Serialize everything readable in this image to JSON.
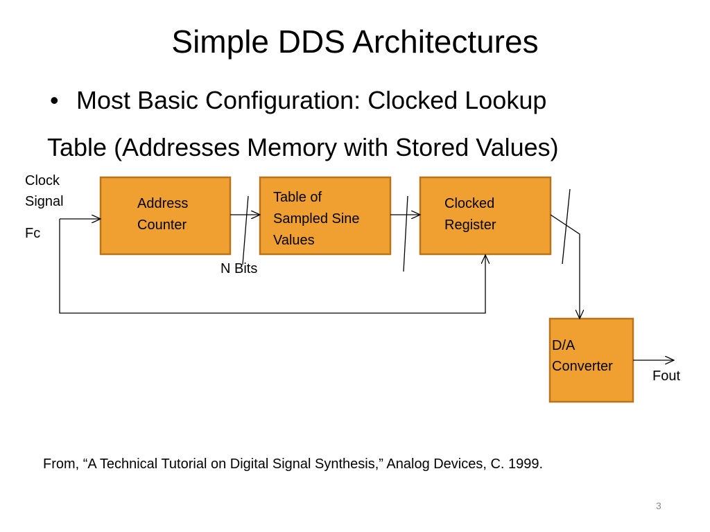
{
  "slide": {
    "title": "Simple DDS Architectures",
    "bullet": "Most Basic Configuration: Clocked Lookup",
    "bullet_continued": "Table (Addresses Memory with Stored Values)",
    "citation": "From, “A Technical Tutorial on Digital Signal Synthesis,” Analog Devices, C. 1999.",
    "page_number": "3"
  },
  "diagram": {
    "colors": {
      "box_fill": "#F0A030",
      "box_border": "#B8741A",
      "line": "#000000"
    },
    "labels": {
      "clock_line1": "Clock",
      "clock_line2": "Signal",
      "fc": "Fc",
      "n_bits": "N Bits",
      "fout": "Fout"
    },
    "blocks": {
      "address_counter": {
        "line1": "Address",
        "line2": "Counter"
      },
      "sine_table": {
        "line1": "Table of",
        "line2": "Sampled Sine",
        "line3": "Values"
      },
      "clocked_register": {
        "line1": "Clocked",
        "line2": "Register"
      },
      "da_converter": {
        "line1": "D/A",
        "line2": "Converter"
      }
    }
  }
}
